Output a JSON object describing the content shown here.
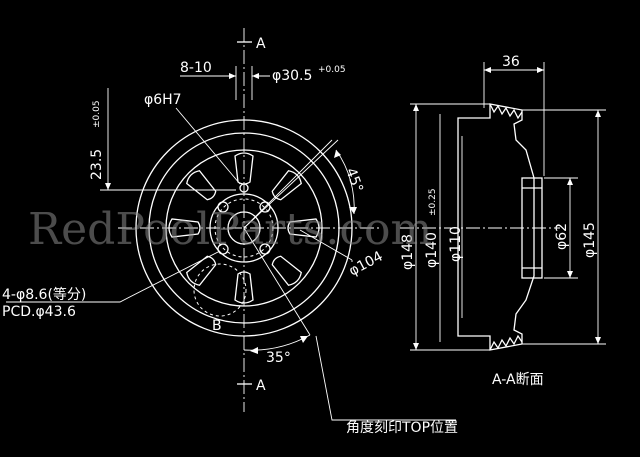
{
  "labels": {
    "section_a_top": "A",
    "section_a_bottom": "A",
    "holes_count": "8-10",
    "bore_dia": "φ30.5",
    "bore_tol": "+0.05",
    "center_bore": "φ6H7",
    "offset": "23.5",
    "offset_tol": "±0.05",
    "angle_45": "45°",
    "pcd_outer": "φ104",
    "hole_spec": "4-φ8.6(等分)",
    "pcd_inner": "PCD.φ43.6",
    "detail_b": "B",
    "angle_35": "35°",
    "mark_note": "角度刻印TOP位置",
    "width_36": "36",
    "dia_148": "φ148",
    "dia_140": "φ140",
    "dia_140_tol": "±0.25",
    "dia_110": "φ110",
    "dia_62": "φ62",
    "dia_145": "φ145",
    "section_title": "A-A断面"
  },
  "watermark": "RedPoolParts.com",
  "colors": {
    "background": "#000000",
    "line": "#ffffff",
    "watermark": "#8a8a8a"
  }
}
